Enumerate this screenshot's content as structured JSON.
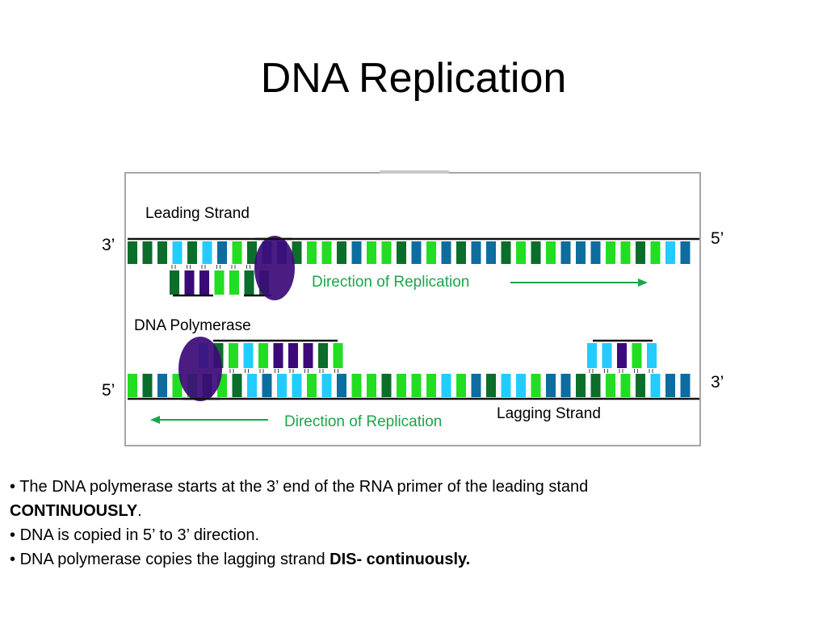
{
  "title": "DNA Replication",
  "diagram": {
    "labels": {
      "leading_strand": "Leading Strand",
      "lagging_strand": "Lagging Strand",
      "dna_polymerase": "DNA Polymerase",
      "direction_top": "Direction of Replication",
      "direction_bottom": "Direction of Replication"
    },
    "ends": {
      "top_left": "3’",
      "top_right": "5’",
      "bottom_left": "5’",
      "bottom_right": "3’"
    },
    "colors": {
      "base_colors": [
        "#0b6e2a",
        "#0d6d9e",
        "#22dd22",
        "#22ccff",
        "#3c0a78"
      ],
      "polymerase": "#3c0a78",
      "arrow": "#1aa64a",
      "frame": "#a6a6a6"
    },
    "strands": {
      "top_template": [
        "dg",
        "dg",
        "dg",
        "c",
        "dg",
        "c",
        "b",
        "lg",
        "dg",
        "b",
        "b",
        "dg",
        "lg",
        "lg",
        "dg",
        "b",
        "lg",
        "lg",
        "dg",
        "b",
        "lg",
        "b",
        "dg",
        "b",
        "b",
        "dg",
        "lg",
        "dg",
        "lg",
        "b",
        "b",
        "b",
        "lg",
        "lg",
        "dg",
        "lg",
        "c",
        "b"
      ],
      "top_new": [
        "dg",
        "p",
        "p",
        "lg",
        "lg",
        "dg",
        "dg"
      ],
      "bottom_template": [
        "lg",
        "dg",
        "b",
        "lg",
        "lg",
        "dg",
        "lg",
        "dg",
        "c",
        "b",
        "c",
        "c",
        "lg",
        "c",
        "b",
        "lg",
        "lg",
        "dg",
        "lg",
        "lg",
        "lg",
        "c",
        "lg",
        "b",
        "dg",
        "c",
        "c",
        "lg",
        "b",
        "b",
        "dg",
        "dg",
        "lg",
        "lg",
        "dg",
        "c",
        "b",
        "b"
      ],
      "bottom_new_left": [
        "c",
        "dg",
        "lg",
        "c",
        "lg",
        "p",
        "p",
        "p",
        "dg",
        "lg"
      ],
      "bottom_new_right": [
        "c",
        "c",
        "p",
        "lg",
        "c"
      ]
    }
  },
  "bullets": [
    {
      "bullet": "•",
      "text": " The DNA polymerase starts at the 3’ end of the RNA primer of the leading stand ",
      "bold": "CONTINUOUSLY",
      "after": "."
    },
    {
      "bullet": "•",
      "text": " DNA is copied in 5’ to 3’ direction.",
      "bold": "",
      "after": ""
    },
    {
      "bullet": "•",
      "text": " DNA polymerase copies the lagging strand ",
      "bold": "DIS- continuously.",
      "after": ""
    }
  ]
}
